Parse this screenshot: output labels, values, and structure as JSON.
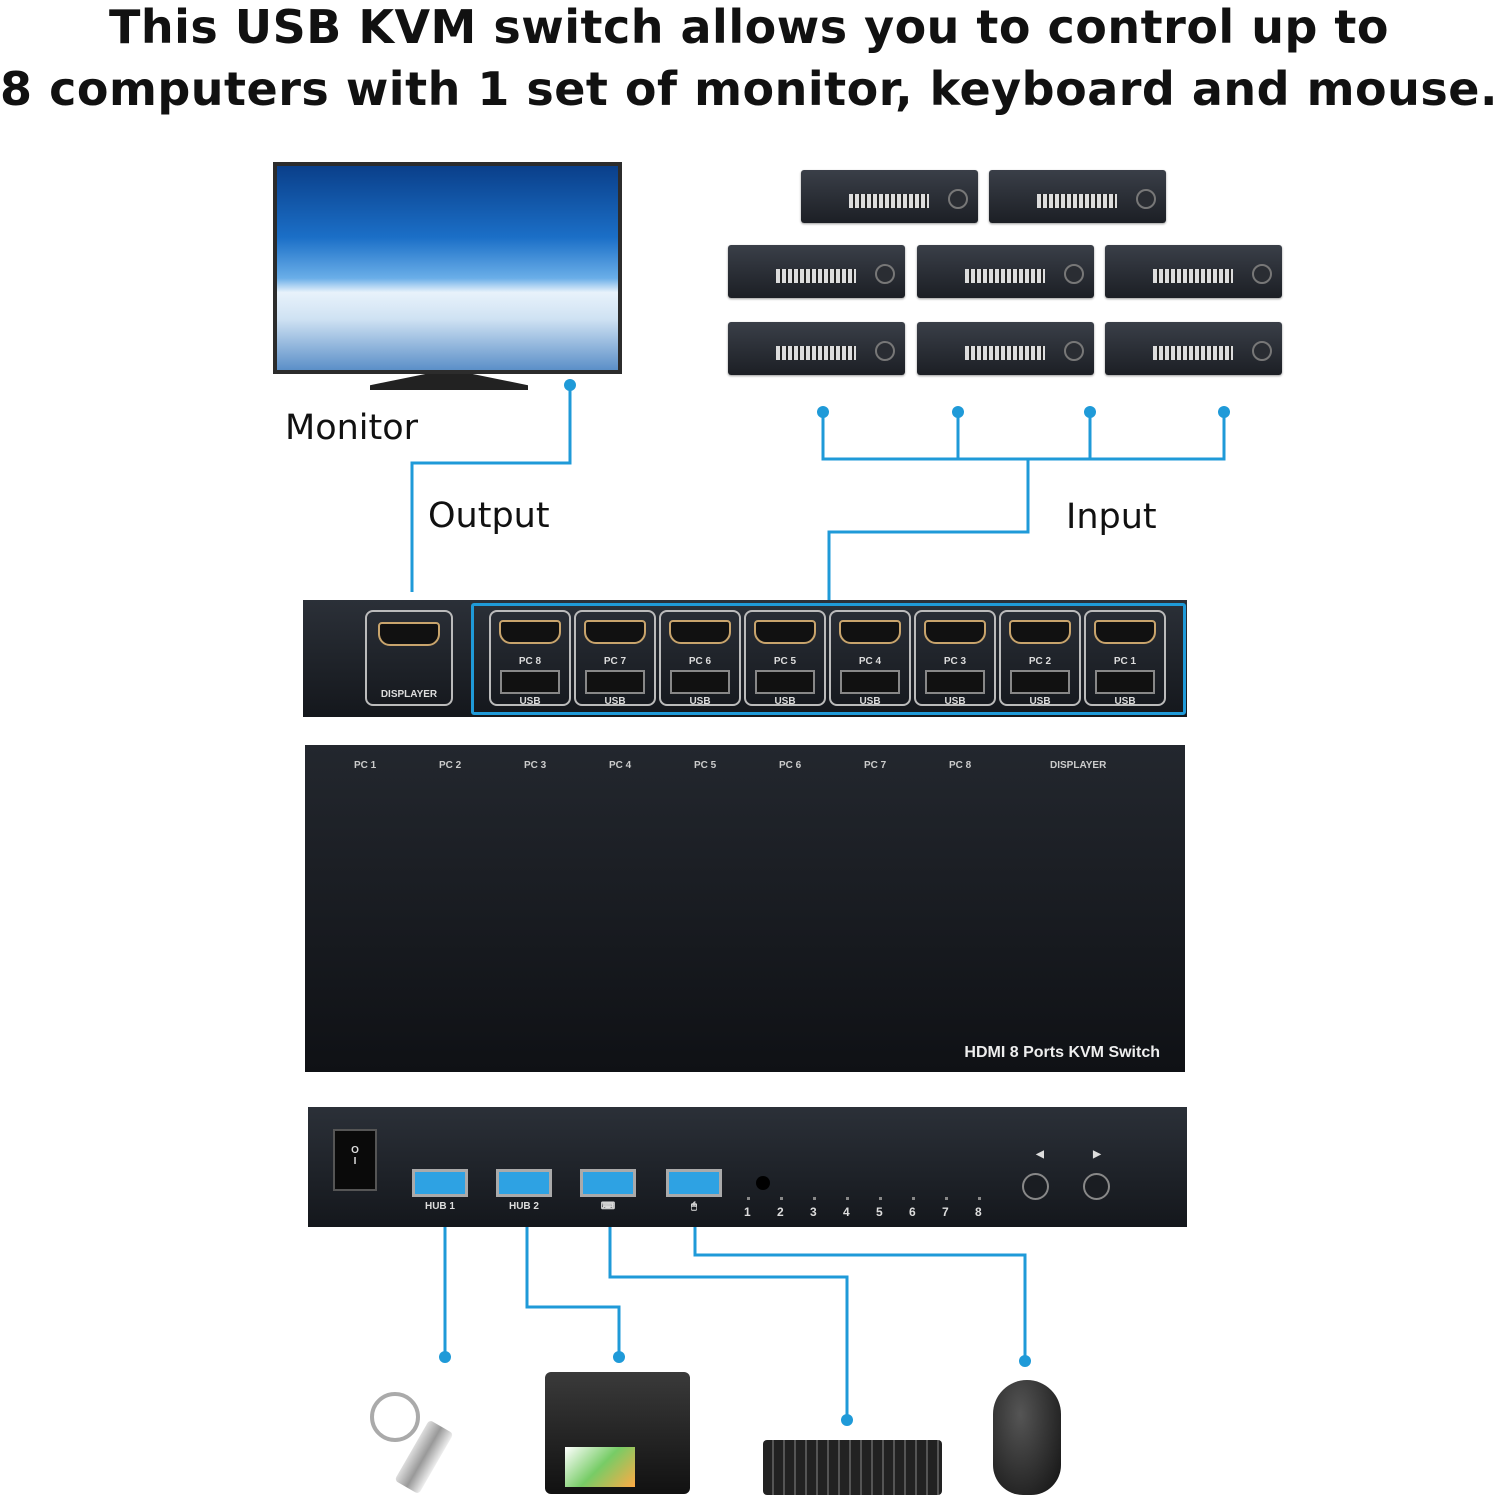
{
  "title": {
    "line1": "This USB KVM switch allows you to control up to",
    "line2": "8 computers with 1 set of monitor, keyboard and mouse."
  },
  "labels": {
    "monitor": "Monitor",
    "output": "Output",
    "input": "Input"
  },
  "back_panel": {
    "displayer": "DISPLAYER",
    "ports": [
      "PC 8",
      "PC 7",
      "PC 6",
      "PC 5",
      "PC 4",
      "PC 3",
      "PC 2",
      "PC 1"
    ],
    "usb": "USB"
  },
  "top_view": {
    "labels": [
      "PC 1",
      "PC 2",
      "PC 3",
      "PC 4",
      "PC 5",
      "PC 6",
      "PC 7",
      "PC 8",
      "DISPLAYER"
    ],
    "brand": "HDMI 8 Ports KVM Switch"
  },
  "front_panel": {
    "power": [
      "O",
      "I"
    ],
    "ports": [
      "HUB 1",
      "HUB 2",
      "⌨",
      "🖱"
    ],
    "leds": [
      "1",
      "2",
      "3",
      "4",
      "5",
      "6",
      "7",
      "8"
    ],
    "buttons": [
      "◀",
      "▶"
    ]
  },
  "colors": {
    "connector": "#1f9ad8"
  }
}
